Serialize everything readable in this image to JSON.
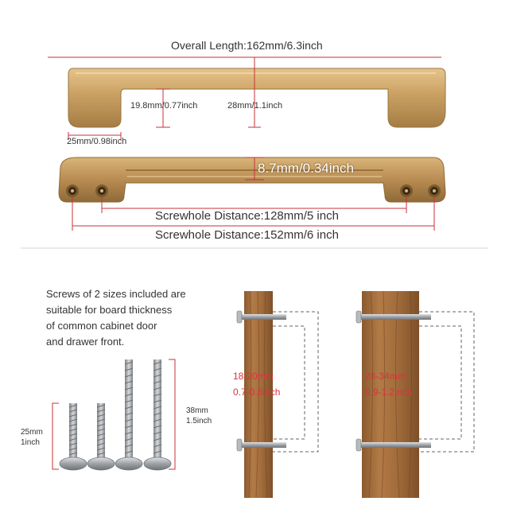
{
  "dimensions": {
    "overall_length": "Overall Length:162mm/6.3inch",
    "leg_height": "19.8mm/0.77inch",
    "projection": "28mm/1.1inch",
    "leg_width": "25mm/0.98inch",
    "bar_thickness": "8.7mm/0.34inch",
    "screwhole_128": "Screwhole Distance:128mm/5 inch",
    "screwhole_152": "Screwhole Distance:152mm/6 inch"
  },
  "screws": {
    "description": [
      "Screws of 2 sizes included are",
      "suitable for board thickness",
      "of common cabinet door",
      "and drawer front."
    ],
    "short_length_mm": "25mm",
    "short_length_in": "1inch",
    "long_length_mm": "38mm",
    "long_length_in": "1.5inch"
  },
  "boards": {
    "thin": {
      "mm": "18-20mm",
      "inch": "0.7-0.8inch"
    },
    "thick": {
      "mm": "28-34mm",
      "inch": "0.9-1.2inch"
    }
  },
  "colors": {
    "brass": "#c9a062",
    "red": "#c9303a",
    "wood": "#a86f3f",
    "steel": "#a8abae"
  }
}
